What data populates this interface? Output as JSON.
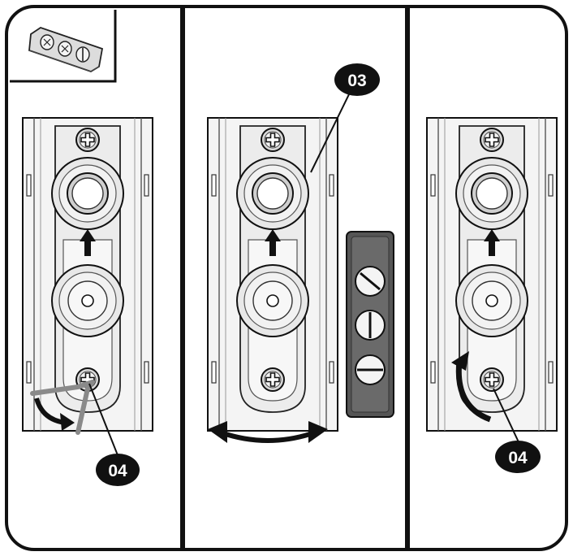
{
  "figure": {
    "panels": [
      {
        "id": "left",
        "callout": "04",
        "detail": "hinge-plate-screws-icon"
      },
      {
        "id": "middle",
        "callout": "03",
        "detail": "adjustment-screw-block-icon"
      },
      {
        "id": "right",
        "callout": "04"
      }
    ],
    "icons": {
      "screw": "phillips-screw-icon",
      "arrow": "up-arrow-icon",
      "rotate": "rotate-arrow-icon"
    },
    "colors": {
      "outline": "#111111",
      "callout_bg": "#111111",
      "callout_text": "#ffffff",
      "plate_shade": "#e6e6e6",
      "block_fill": "#555555",
      "wrench": "#8a8a8a"
    }
  }
}
